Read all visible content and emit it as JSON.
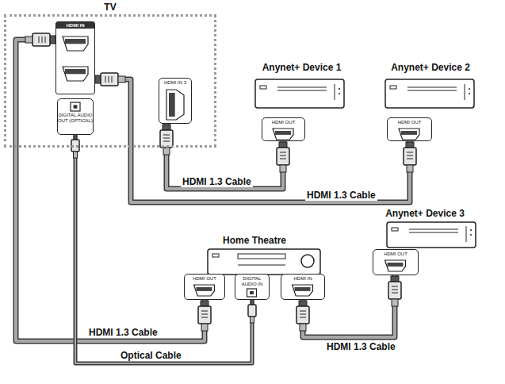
{
  "diagram": {
    "nodes": [
      {
        "text": [
          "TV"
        ]
      },
      {
        "text": [
          "HDMI IN"
        ],
        "in": 0
      },
      {
        "text": [
          "HDMI IN 3"
        ],
        "in": 0
      },
      {
        "text": [
          "DIGITAL AUDIO OUT (OPTICAL)"
        ],
        "in": 0
      },
      {
        "text": [
          "Anynet+ Device 1"
        ]
      },
      {
        "text": [
          "HDMI OUT"
        ],
        "in": 4
      },
      {
        "text": [
          "Anynet+ Device 2"
        ]
      },
      {
        "text": [
          "HDMI OUT"
        ],
        "in": 6
      },
      {
        "text": [
          "Home Theatre"
        ]
      },
      {
        "text": [
          "HDMI OUT"
        ],
        "in": 8
      },
      {
        "text": [
          "DIGITAL AUDIO IN"
        ],
        "in": 8
      },
      {
        "text": [
          "HDMI IN"
        ],
        "in": 8
      },
      {
        "text": [
          "Anynet+ Device 3"
        ]
      },
      {
        "text": [
          "HDMI OUT"
        ],
        "in": 12
      }
    ],
    "edges": [
      {
        "from": 1,
        "to": 9,
        "label": "HDMI 1.3 Cable",
        "arrow": "none"
      },
      {
        "from": 1,
        "to": 7,
        "label": "HDMI 1.3 Cable",
        "arrow": "none"
      },
      {
        "from": 2,
        "to": 5,
        "label": "HDMI 1.3 Cable",
        "arrow": "none"
      },
      {
        "from": 3,
        "to": 10,
        "label": "Optical Cable",
        "arrow": "none"
      },
      {
        "from": 13,
        "to": 11,
        "label": "HDMI 1.3 Cable",
        "arrow": "none"
      }
    ]
  }
}
